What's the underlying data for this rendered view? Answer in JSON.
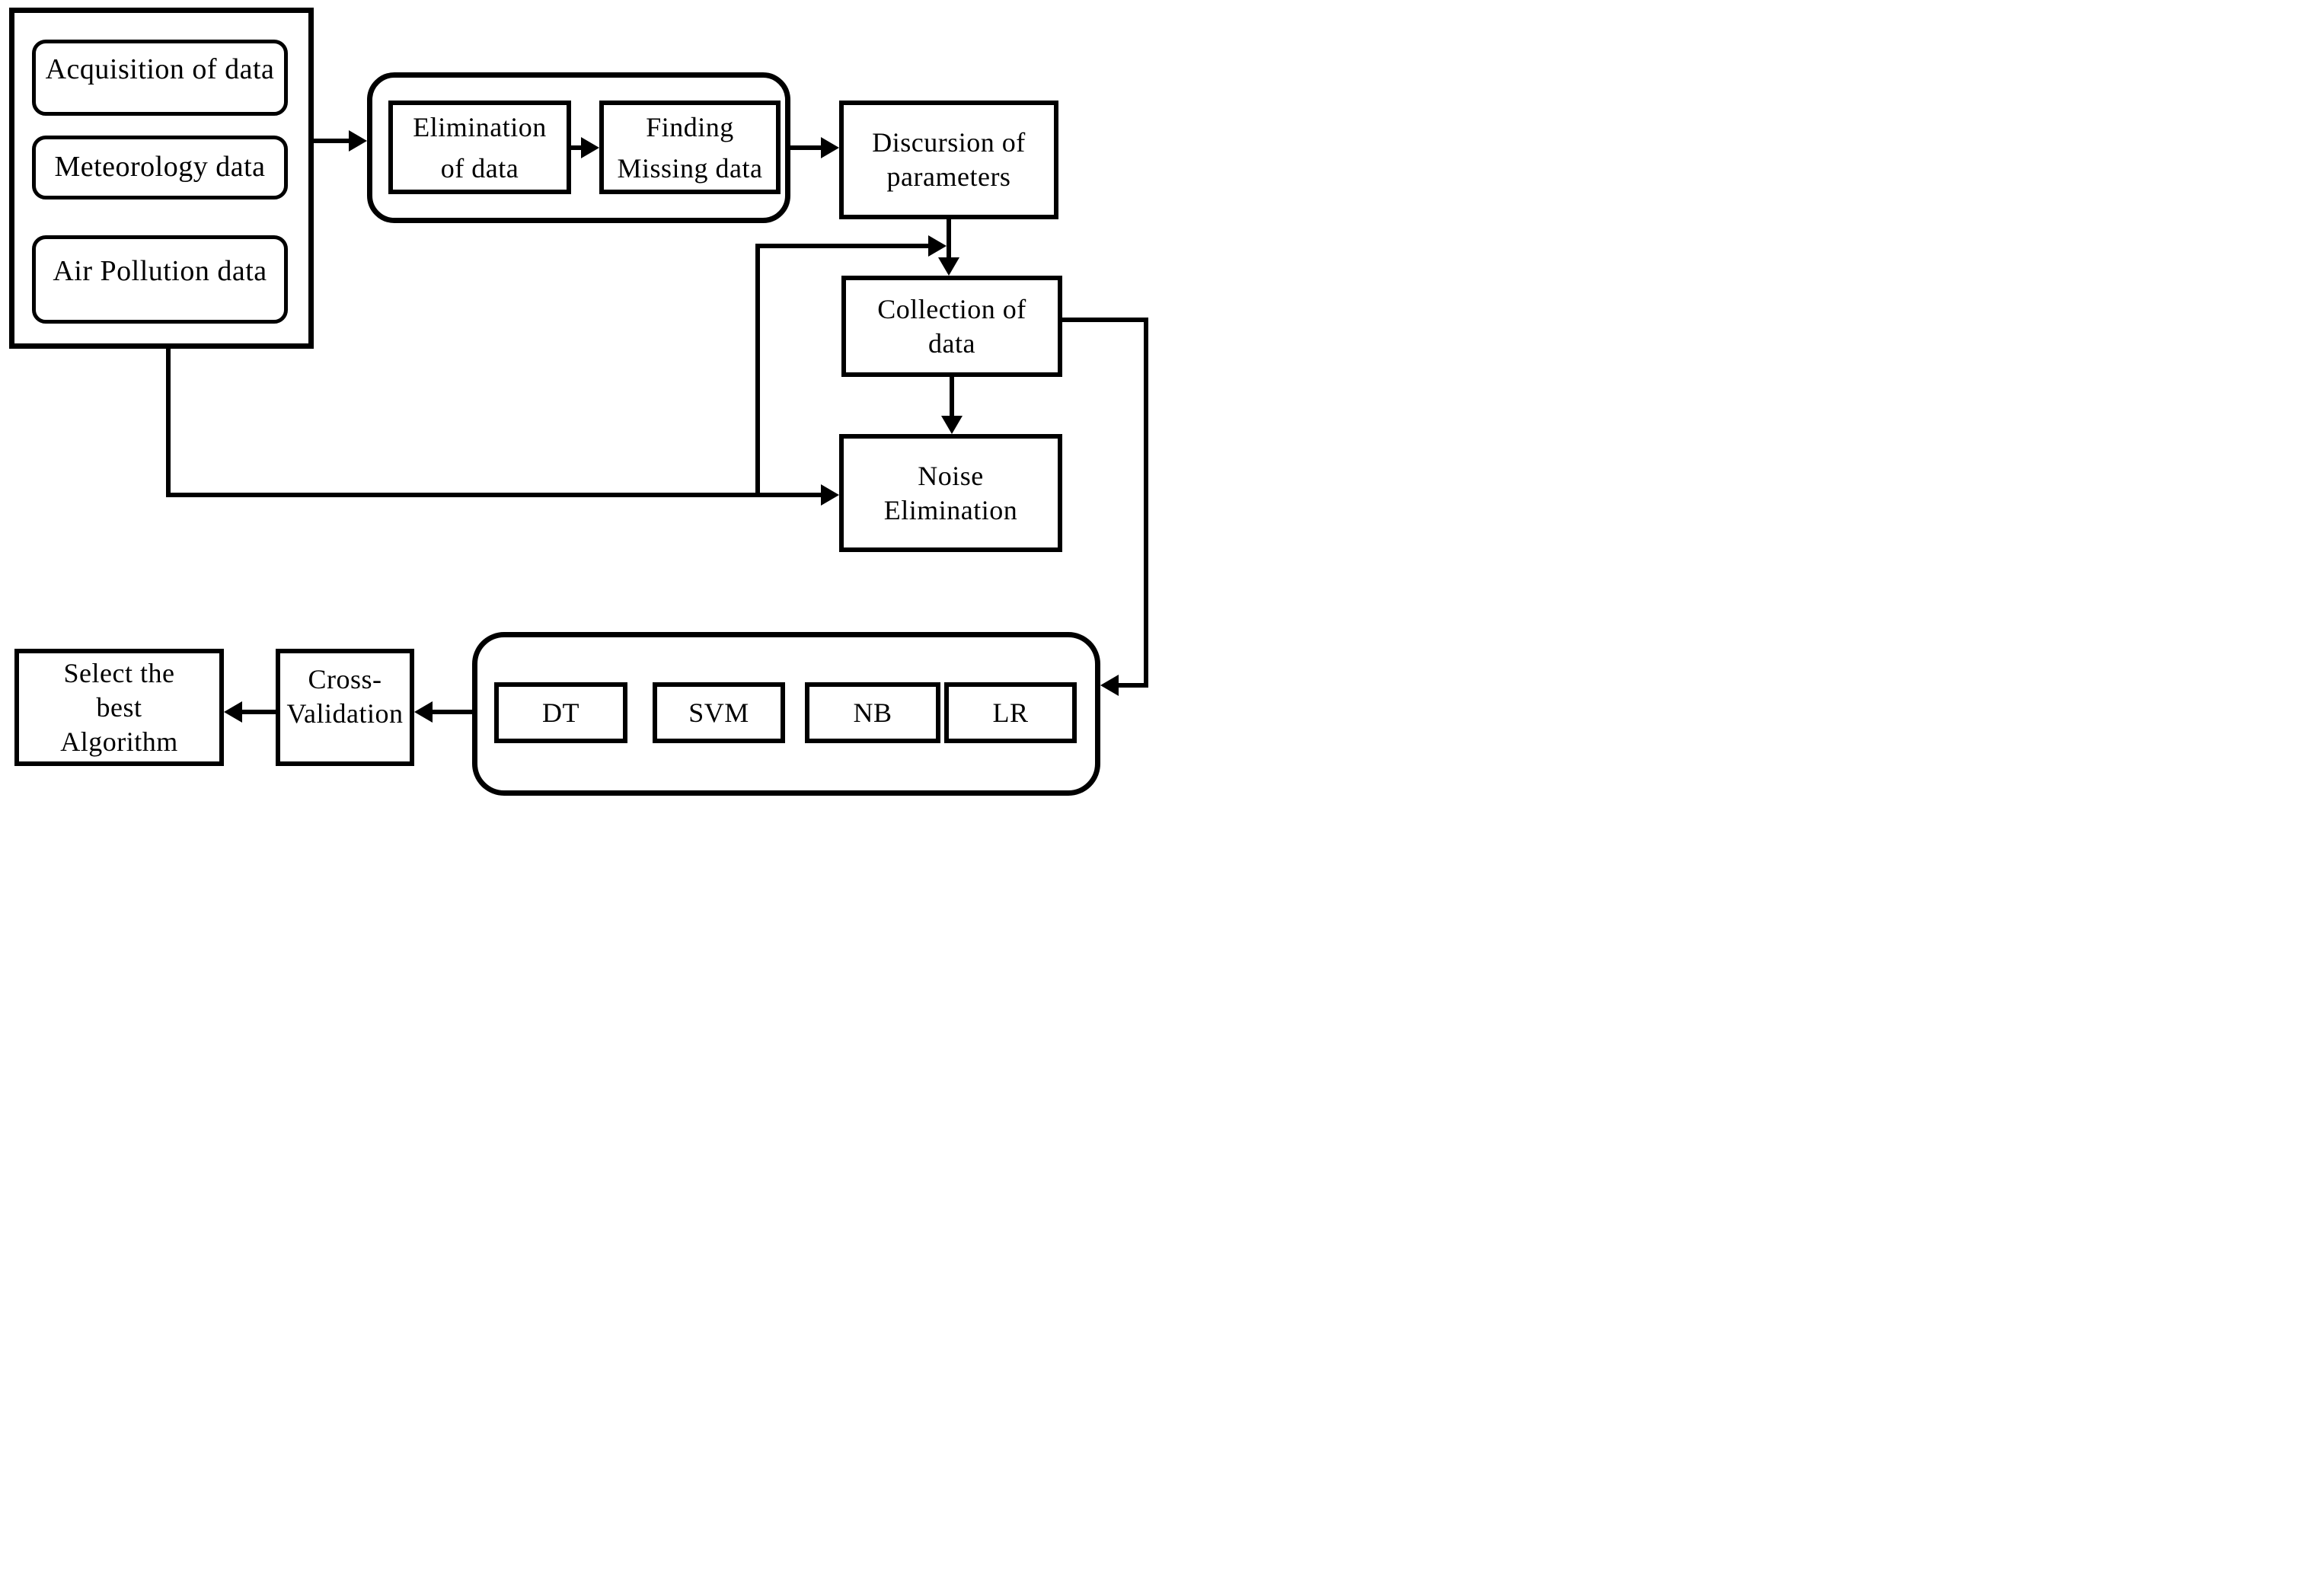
{
  "nodes": {
    "acquisition": "Acquisition of data",
    "meteorology": "Meteorology data",
    "air_pollution": "Air Pollution data",
    "elimination": "Elimination\nof data",
    "finding_missing": "Finding\nMissing data",
    "discursion": "Discursion of\nparameters",
    "collection": "Collection of\ndata",
    "noise": "Noise\nElimination",
    "dt": "DT",
    "svm": "SVM",
    "nb": "NB",
    "lr": "LR",
    "cross_validation": "Cross-\nValidation",
    "select_best": "Select the\nbest\nAlgorithm"
  },
  "colors": {
    "line": "#000000",
    "box_fill": "#ffffff",
    "background": "#ffffff"
  }
}
